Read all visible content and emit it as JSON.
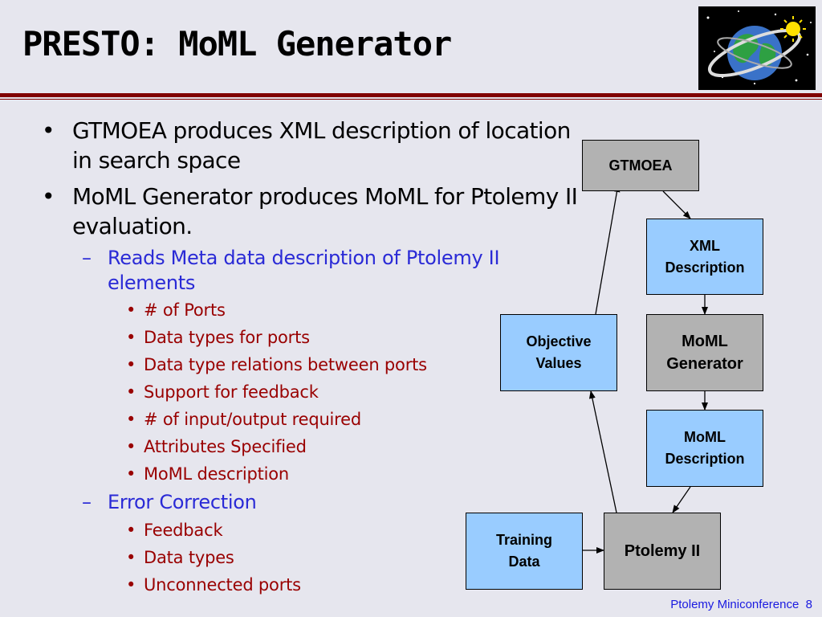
{
  "slide": {
    "title": "PRESTO: MoML Generator",
    "bullets": [
      {
        "text": "GTMOEA produces XML description of location in search space"
      },
      {
        "text": "MoML Generator produces MoML for Ptolemy II evaluation.",
        "sub": [
          {
            "text": "Reads Meta data description of Ptolemy II elements",
            "items": [
              "# of Ports",
              "Data types for ports",
              "Data type relations between ports",
              "Support for feedback",
              "# of input/output required",
              "Attributes Specified",
              "MoML description"
            ]
          },
          {
            "text": "Error Correction",
            "items": [
              "Feedback",
              "Data types",
              "Unconnected ports"
            ]
          }
        ]
      }
    ],
    "bullet_marks": {
      "level1": "•",
      "level2": "–",
      "level3": "•"
    }
  },
  "diagram": {
    "boxes": {
      "gtmoea": "GTMOEA",
      "xml_description": "XML\nDescription",
      "moml_generator": "MoML\nGenerator",
      "moml_description": "MoML\nDescription",
      "objective_values": "Objective\nValues",
      "training_data": "Training\nData",
      "ptolemy_ii": "Ptolemy II"
    }
  },
  "footer": {
    "text": "Ptolemy Miniconference",
    "page": "8"
  },
  "colors": {
    "background": "#e6e6ee",
    "rule": "#800000",
    "level2_text": "#2a2ad6",
    "level3_text": "#990000",
    "blue_box": "#99ccff",
    "gray_box": "#b2b2b2",
    "footer_text": "#1a1ae0"
  }
}
